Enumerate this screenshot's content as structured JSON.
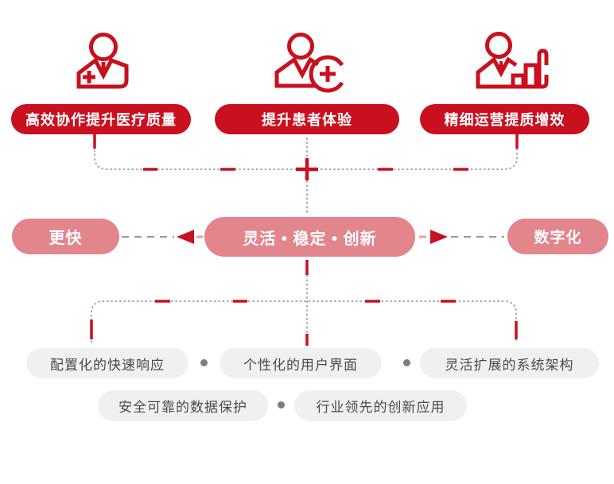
{
  "colors": {
    "primary_red": "#c8101e",
    "salmon_pill": "#e2858c",
    "gray_pill_bg": "#f0f0f0",
    "gray_pill_text": "#4a4a4a",
    "separator_dot": "#7d7d7d",
    "dotted_line_gray": "#a3a3a3",
    "dashed_arrow_gray": "#999999"
  },
  "top_row": {
    "items": [
      {
        "icon": "doctor-icon",
        "label": "高效协作提升医疗质量"
      },
      {
        "icon": "patient-plus-icon",
        "label": "提升患者体验"
      },
      {
        "icon": "operations-growth-icon",
        "label": "精细运营提质增效"
      }
    ]
  },
  "middle_row": {
    "left": "更快",
    "center": "灵活 • 稳定 • 创新",
    "right": "数字化"
  },
  "bottom_rows": {
    "row1": [
      "配置化的快速响应",
      "个性化的用户界面",
      "灵活扩展的系统架构"
    ],
    "row2": [
      "安全可靠的数据保护",
      "行业领先的创新应用"
    ]
  }
}
